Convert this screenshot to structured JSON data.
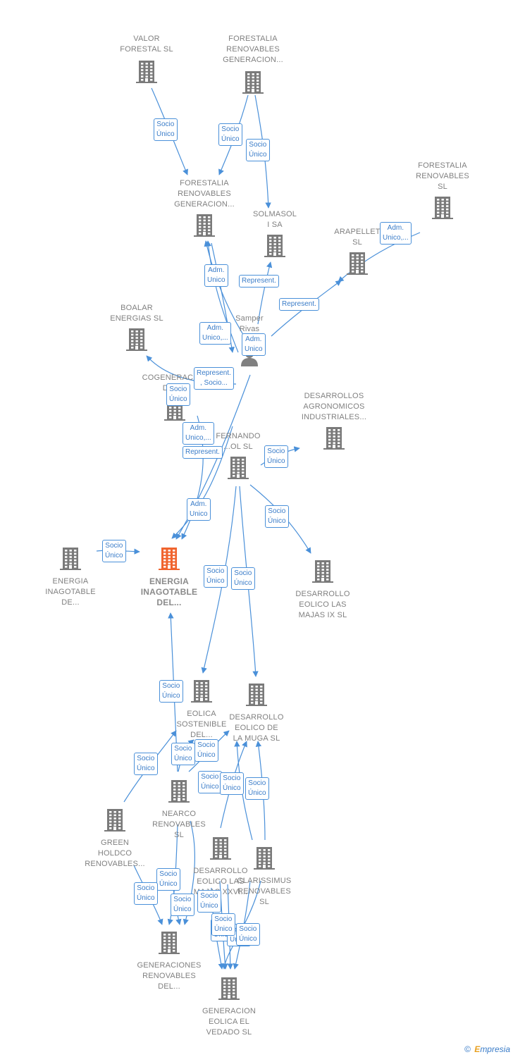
{
  "colors": {
    "edge": "#4a90d9",
    "building": "#7a7a7a",
    "main_building": "#f0642e",
    "label": "#808080"
  },
  "nodes": [
    {
      "id": "valor",
      "label": "VALOR\nFORESTAL SL",
      "icon": "building-icon"
    },
    {
      "id": "frg1",
      "label": "FORESTALIA\nRENOVABLES\nGENERACION...",
      "icon": "building-icon"
    },
    {
      "id": "frg2",
      "label": "FORESTALIA\nRENOVABLES\nGENERACION...",
      "icon": "building-icon"
    },
    {
      "id": "solmasol",
      "label": "SOLMASOL\nI SA",
      "icon": "building-icon"
    },
    {
      "id": "frsl",
      "label": "FORESTALIA\nRENOVABLES\nSL",
      "icon": "building-icon"
    },
    {
      "id": "arapellet",
      "label": "ARAPELLET\nSL",
      "icon": "building-icon"
    },
    {
      "id": "boalar",
      "label": "BOALAR\nENERGIAS  SL",
      "icon": "building-icon"
    },
    {
      "id": "samper",
      "label": "Samper\nRivas\n...",
      "icon": "person-icon"
    },
    {
      "id": "cogen",
      "label": "COGENERACION\nDEL ...",
      "icon": "building-icon"
    },
    {
      "id": "desagro",
      "label": "DESARROLLOS\nAGRONOMICOS\nINDUSTRIALES...",
      "icon": "building-icon"
    },
    {
      "id": "fernando",
      "label": "FERNANDO\n...OL SL",
      "icon": "building-icon"
    },
    {
      "id": "einag1",
      "label": "ENERGIA\nINAGOTABLE\nDE...",
      "icon": "building-icon"
    },
    {
      "id": "einag2",
      "label": "ENERGIA\nINAGOTABLE\nDEL...",
      "icon": "building-icon"
    },
    {
      "id": "majas9",
      "label": "DESARROLLO\nEOLICO LAS\nMAJAS IX  SL",
      "icon": "building-icon"
    },
    {
      "id": "eolsost",
      "label": "EOLICA\nSOSTENIBLE\nDEL...",
      "icon": "building-icon"
    },
    {
      "id": "muga",
      "label": "DESARROLLO\nEOLICO DE\nLA MUGA SL",
      "icon": "building-icon"
    },
    {
      "id": "nearco",
      "label": "NEARCO\nRENOVABLES\nSL",
      "icon": "building-icon"
    },
    {
      "id": "green",
      "label": "GREEN\nHOLDCO\nRENOVABLES...",
      "icon": "building-icon"
    },
    {
      "id": "majas26",
      "label": "DESARROLLO\nEOLICO LAS\nMAJAS XXVI...",
      "icon": "building-icon"
    },
    {
      "id": "clarissimus",
      "label": "CLARISSIMUS\nRENOVABLES\nSL",
      "icon": "building-icon"
    },
    {
      "id": "genren",
      "label": "GENERACIONES\nRENOVABLES\nDEL...",
      "icon": "building-icon"
    },
    {
      "id": "vedado",
      "label": "GENERACION\nEOLICA EL\nVEDADO SL",
      "icon": "building-icon"
    }
  ],
  "badges": [
    "Socio\nÚnico",
    "Socio\nÚnico",
    "Socio\nÚnico",
    "Adm.\nUnico,...",
    "Adm.\nUnico",
    "Represent.",
    "Represent.",
    "Adm.\nUnico,...",
    "Adm.\nUnico",
    "Represent.\n, Socio...",
    "Socio\nÚnico",
    "Adm.\nUnico,...",
    "Represent.",
    "Socio\nÚnico",
    "Adm.\nUnico",
    "Socio\nÚnico",
    "Socio\nÚnico",
    "Socio\nÚnico",
    "Socio\nÚnico",
    "Socio\nÚnico",
    "Socio\nÚnico",
    "Socio\nÚnico",
    "Socio\nÚnico",
    "Socio\nÚnico",
    "Socio\nÚnico",
    "Socio\nÚnico",
    "Socio\nÚnico",
    "Socio\nÚnico",
    "Socio\nÚnico",
    "Socio\nÚnico",
    "Socio\nÚnico",
    "Socio\nÚnico",
    "Socio\nÚnico",
    "Socio\nÚnico"
  ],
  "footer": {
    "copyright": "©",
    "brand_initial": "E",
    "brand_rest": "mpresia"
  }
}
